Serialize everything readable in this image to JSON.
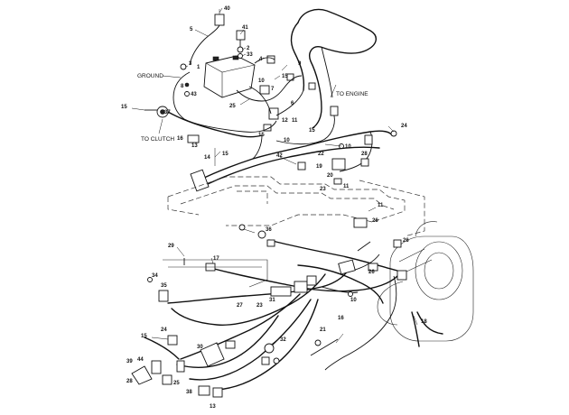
{
  "labels": {
    "ground": "GROUND",
    "to_clutch": "TO CLUTCH",
    "to_engine": "TO ENGINE"
  },
  "callouts": [
    {
      "id": "c40",
      "text": "40"
    },
    {
      "id": "c5",
      "text": "5"
    },
    {
      "id": "c41",
      "text": "41"
    },
    {
      "id": "c2",
      "text": "2"
    },
    {
      "id": "c33",
      "text": "33"
    },
    {
      "id": "c3",
      "text": "3"
    },
    {
      "id": "c1",
      "text": "1"
    },
    {
      "id": "c4",
      "text": "4"
    },
    {
      "id": "c9",
      "text": "9"
    },
    {
      "id": "c15a",
      "text": "15"
    },
    {
      "id": "c8",
      "text": "8"
    },
    {
      "id": "c43",
      "text": "43"
    },
    {
      "id": "c10a",
      "text": "10"
    },
    {
      "id": "c7",
      "text": "7"
    },
    {
      "id": "c6",
      "text": "6"
    },
    {
      "id": "c25a",
      "text": "25"
    },
    {
      "id": "c15b",
      "text": "15"
    },
    {
      "id": "c37",
      "text": "37"
    },
    {
      "id": "c12",
      "text": "12"
    },
    {
      "id": "c11a",
      "text": "11"
    },
    {
      "id": "c15c",
      "text": "15"
    },
    {
      "id": "c10b",
      "text": "10"
    },
    {
      "id": "c15d",
      "text": "15"
    },
    {
      "id": "c24",
      "text": "24"
    },
    {
      "id": "c22",
      "text": "22"
    },
    {
      "id": "c10c",
      "text": "10"
    },
    {
      "id": "c16",
      "text": "16"
    },
    {
      "id": "c13a",
      "text": "13"
    },
    {
      "id": "c14",
      "text": "14"
    },
    {
      "id": "c15e",
      "text": "15"
    },
    {
      "id": "c42",
      "text": "42"
    },
    {
      "id": "c19",
      "text": "19"
    },
    {
      "id": "c20",
      "text": "20"
    },
    {
      "id": "c23a",
      "text": "23"
    },
    {
      "id": "c11b",
      "text": "11"
    },
    {
      "id": "c28",
      "text": "28"
    },
    {
      "id": "c11c",
      "text": "11"
    },
    {
      "id": "c26a",
      "text": "26"
    },
    {
      "id": "c36",
      "text": "36"
    },
    {
      "id": "c26b",
      "text": "26"
    },
    {
      "id": "c29",
      "text": "29"
    },
    {
      "id": "c17",
      "text": "17"
    },
    {
      "id": "c34",
      "text": "34"
    },
    {
      "id": "c35",
      "text": "35"
    },
    {
      "id": "c31",
      "text": "31"
    },
    {
      "id": "c26c",
      "text": "26"
    },
    {
      "id": "c23b",
      "text": "23"
    },
    {
      "id": "c27",
      "text": "27"
    },
    {
      "id": "c10d",
      "text": "10"
    },
    {
      "id": "c21",
      "text": "21"
    },
    {
      "id": "c16b",
      "text": "16"
    },
    {
      "id": "c18",
      "text": "18"
    },
    {
      "id": "c15f",
      "text": "15"
    },
    {
      "id": "c24b",
      "text": "24"
    },
    {
      "id": "c30",
      "text": "30"
    },
    {
      "id": "c32",
      "text": "32"
    },
    {
      "id": "c39",
      "text": "39"
    },
    {
      "id": "c44",
      "text": "44"
    },
    {
      "id": "c28b",
      "text": "28"
    },
    {
      "id": "c25b",
      "text": "25"
    },
    {
      "id": "c38",
      "text": "38"
    },
    {
      "id": "c13b",
      "text": "13"
    }
  ]
}
